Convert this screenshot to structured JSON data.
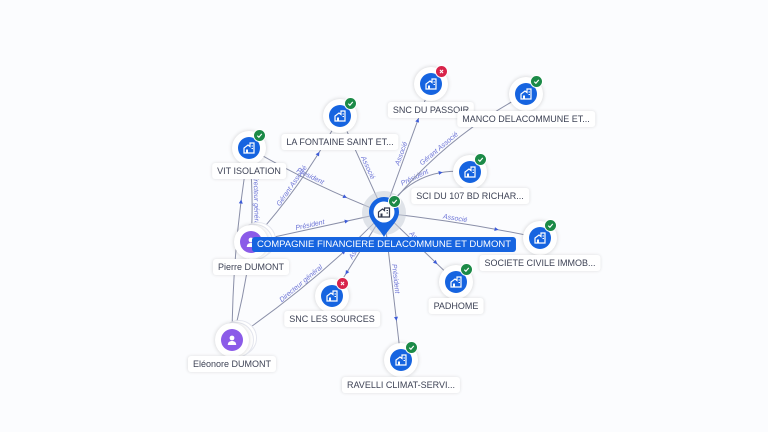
{
  "graph": {
    "center": {
      "name": "COMPAGNIE FINANCIERE DELACOMMUNE ET DUMONT",
      "type": "company",
      "status": "active",
      "icon": "building-icon"
    },
    "nodes": [
      {
        "id": "snc-du-passoir",
        "name": "SNC DU PASSOIR",
        "type": "company",
        "status": "closed",
        "icon": "building-icon"
      },
      {
        "id": "manco",
        "name": "MANCO DELACOMMUNE ET...",
        "type": "company",
        "status": "active",
        "icon": "building-icon"
      },
      {
        "id": "la-fontaine",
        "name": "LA FONTAINE SAINT ET...",
        "type": "company",
        "status": "active",
        "icon": "building-icon"
      },
      {
        "id": "vit-isolation",
        "name": "VIT ISOLATION",
        "type": "company",
        "status": "active",
        "icon": "building-icon"
      },
      {
        "id": "sci-du-107",
        "name": "SCI DU 107 BD RICHAR...",
        "type": "company",
        "status": "active",
        "icon": "building-icon"
      },
      {
        "id": "societe-civile",
        "name": "SOCIETE CIVILE IMMOB...",
        "type": "company",
        "status": "active",
        "icon": "building-icon"
      },
      {
        "id": "padhome",
        "name": "PADHOME",
        "type": "company",
        "status": "active",
        "icon": "building-icon"
      },
      {
        "id": "snc-les-sources",
        "name": "SNC LES SOURCES",
        "type": "company",
        "status": "closed",
        "icon": "building-icon"
      },
      {
        "id": "ravelli",
        "name": "RAVELLI CLIMAT-SERVI...",
        "type": "company",
        "status": "active",
        "icon": "building-icon"
      },
      {
        "id": "pierre-dumont",
        "name": "Pierre DUMONT",
        "type": "person",
        "icon": "person-icon"
      },
      {
        "id": "eleonore-dumont",
        "name": "Eléonore DUMONT",
        "type": "person",
        "icon": "person-icon"
      }
    ],
    "edges": [
      {
        "from": "center",
        "to": "snc-du-passoir",
        "label": "Associé"
      },
      {
        "from": "center",
        "to": "la-fontaine",
        "label": "Associé"
      },
      {
        "from": "center",
        "to": "sci-du-107",
        "label": "Président"
      },
      {
        "from": "center",
        "to": "societe-civile",
        "label": "Associé"
      },
      {
        "from": "center",
        "to": "padhome",
        "label": "Associé"
      },
      {
        "from": "center",
        "to": "ravelli",
        "label": "Président"
      },
      {
        "from": "center",
        "to": "snc-les-sources",
        "label": "Associé"
      },
      {
        "from": "pierre-dumont",
        "to": "center",
        "label": "Président"
      },
      {
        "from": "eleonore-dumont",
        "to": "center",
        "label": "Directeur général"
      },
      {
        "from": "vit-isolation",
        "to": "center",
        "label": "Président"
      },
      {
        "from": "pierre-dumont",
        "to": "la-fontaine",
        "label": "Gérant Associé"
      },
      {
        "from": "pierre-dumont",
        "to": "vit-isolation",
        "label": "Directeur général"
      },
      {
        "from": "center",
        "to": "manco",
        "label": "Gérant Associé"
      },
      {
        "from": "eleonore-dumont",
        "to": "vit-isolation",
        "label": ""
      },
      {
        "from": "eleonore-dumont",
        "to": "pierre-dumont",
        "label": ""
      }
    ]
  },
  "colors": {
    "company": "#1664e0",
    "person": "#8b5be8",
    "active_badge": "#1b8a47",
    "closed_badge": "#d8234a",
    "edge_label": "#6b73d6",
    "background": "#fbfcfe"
  }
}
